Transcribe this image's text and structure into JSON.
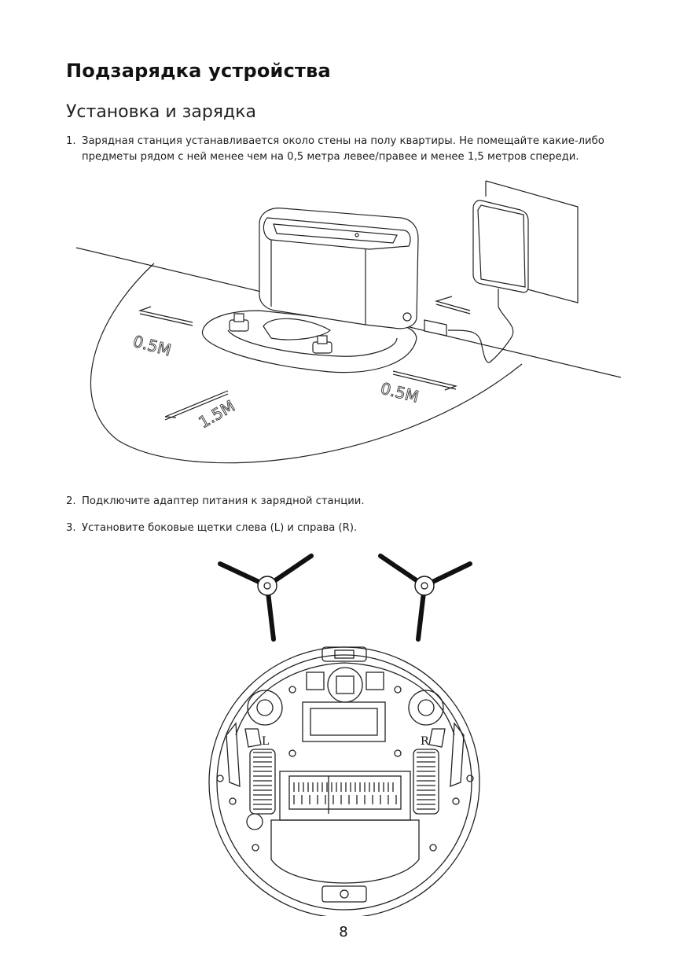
{
  "heading": "Подзарядка устройства",
  "subheading": "Установка и зарядка",
  "steps": [
    {
      "num": "1.",
      "line1": "Зарядная станция устанавливается около стены на полу квартиры. Не помещайте какие-либо",
      "line2": "предметы рядом с ней менее чем на 0,5 метра левее/правее и менее 1,5 метров спереди."
    },
    {
      "num": "2.",
      "text": "Подключите адаптер питания к зарядной станции."
    },
    {
      "num": "3.",
      "text": "Установите боковые щетки слева (L) и справа (R)."
    }
  ],
  "figure1": {
    "label_left": "0.5M",
    "label_front": "1.5M",
    "label_right": "0.5M"
  },
  "figure2": {
    "label_l": "L",
    "label_r": "R"
  },
  "page_number": "8"
}
